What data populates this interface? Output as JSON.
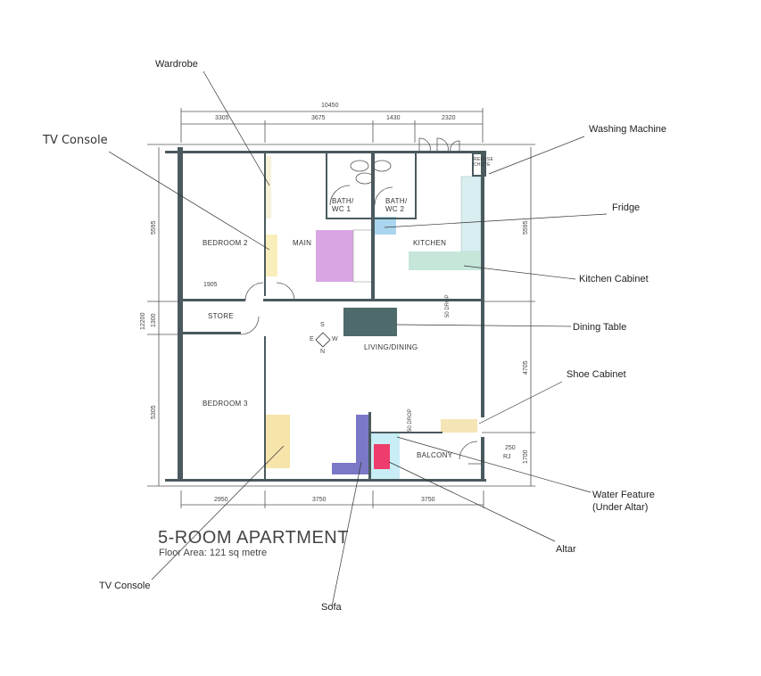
{
  "title": "5-ROOM APARTMENT",
  "subtitle": "Floor Area: 121 sq metre",
  "rooms": {
    "bedroom2": "BEDROOM 2",
    "main": "MAIN",
    "bath1": "BATH/ WC 1",
    "bath2": "BATH/ WC 2",
    "kitchen": "KITCHEN",
    "store": "STORE",
    "living": "LIVING/DINING",
    "bedroom3": "BEDROOM 3",
    "balcony": "BALCONY",
    "refuse": "REFUSE CHUTE"
  },
  "dimensions": {
    "overall_width": "10450",
    "top": [
      "3305",
      "3675",
      "1430",
      "2320"
    ],
    "bottom": [
      "2950",
      "3750",
      "3750"
    ],
    "left_overall": "12200",
    "left": [
      "5595",
      "1300",
      "5305"
    ],
    "right": [
      "5595",
      "4705",
      "1700"
    ],
    "store_width": "1905",
    "misc": [
      "50 DROP",
      "50 DROP",
      "250",
      "RJ"
    ]
  },
  "callouts": {
    "wardrobe": "Wardrobe",
    "tv_console_handwritten": "TV Console",
    "washing_machine": "Washing Machine",
    "fridge": "Fridge",
    "kitchen_cabinet": "Kitchen Cabinet",
    "dining_table": "Dining Table",
    "shoe_cabinet": "Shoe Cabinet",
    "water_feature": "Water Feature",
    "water_feature_note": "(Under Altar)",
    "altar": "Altar",
    "tv_console": "TV Console",
    "sofa": "Sofa"
  },
  "compass": {
    "n": "N",
    "s": "S",
    "e": "E",
    "w": "W"
  },
  "colors": {
    "wall": "#4a5a5e",
    "bed": "#d8a6e2",
    "fridge": "#a9d6ee",
    "kitchen_cabinet": "#c6e6da",
    "dining_table": "#4e6a6a",
    "tv_console": "#f6e4aa",
    "sofa": "#7b78c8",
    "water_feature": "#c9edf5",
    "altar": "#ee3c6c",
    "shoe_cabinet": "#f5e4b6"
  }
}
